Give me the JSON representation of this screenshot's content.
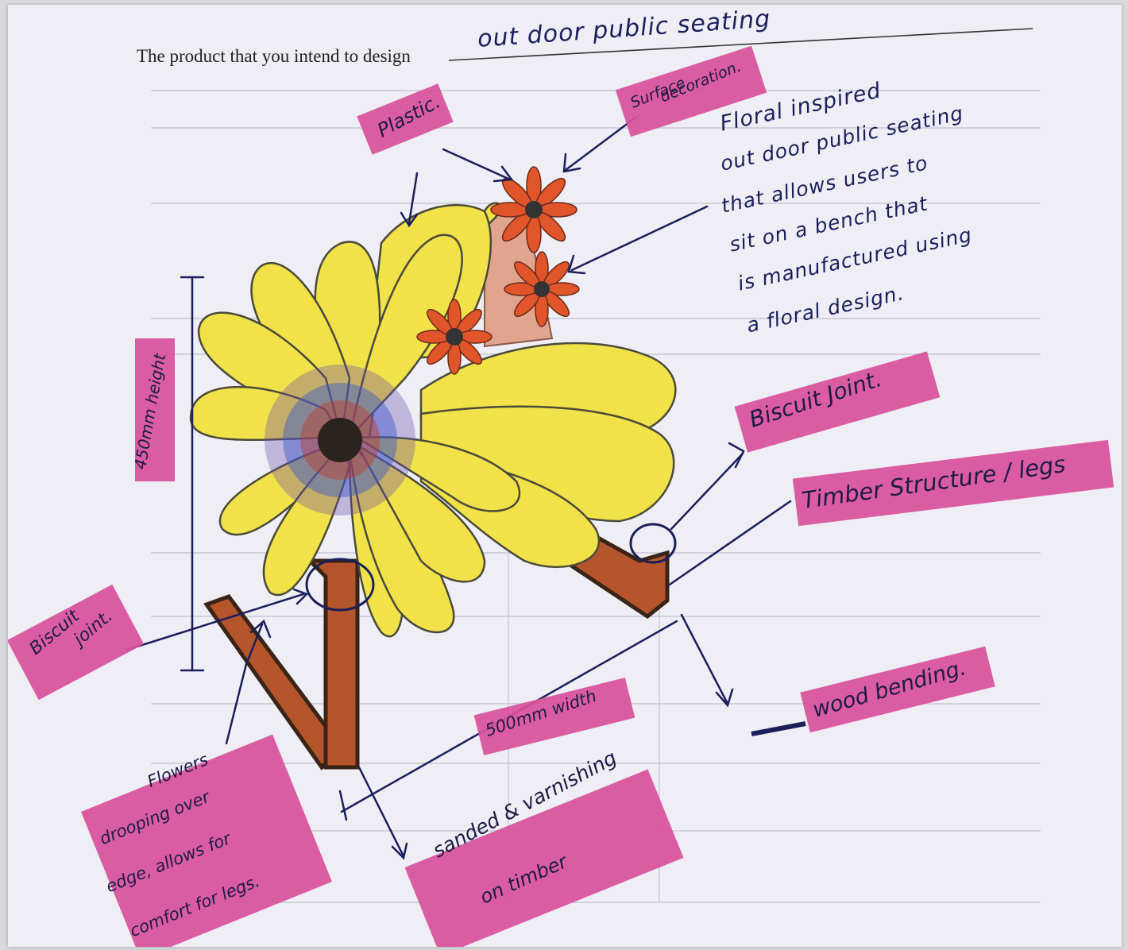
{
  "worksheet": {
    "prompt": "The product that you intend to design",
    "answer": "out door public seating"
  },
  "description_lines": [
    "Floral inspired",
    "out door public seating",
    "that allows users to",
    "sit on a bench that",
    "is manufactured using",
    "a floral design."
  ],
  "labels": {
    "plastic": "Plastic.",
    "surface_decoration": [
      "Surface",
      "decoration."
    ],
    "height": "450mm height",
    "biscuit_joint_left": [
      "Biscuit",
      "joint."
    ],
    "biscuit_joint_right": "Biscuit Joint.",
    "timber_structure": "Timber Structure / legs",
    "wood_bending": "wood bending.",
    "width": "500mm width",
    "finish": [
      "sanded & varnishing",
      "on timber"
    ],
    "flowers_note": [
      "Flowers",
      "drooping over",
      "edge, allows for",
      "comfort for legs."
    ]
  },
  "colors": {
    "highlighter": "#d8509b",
    "ink": "#1a1f5c",
    "petal_yellow": "#f2e24a",
    "timber": "#b4552c",
    "decoration_flower": "#e0552a"
  }
}
